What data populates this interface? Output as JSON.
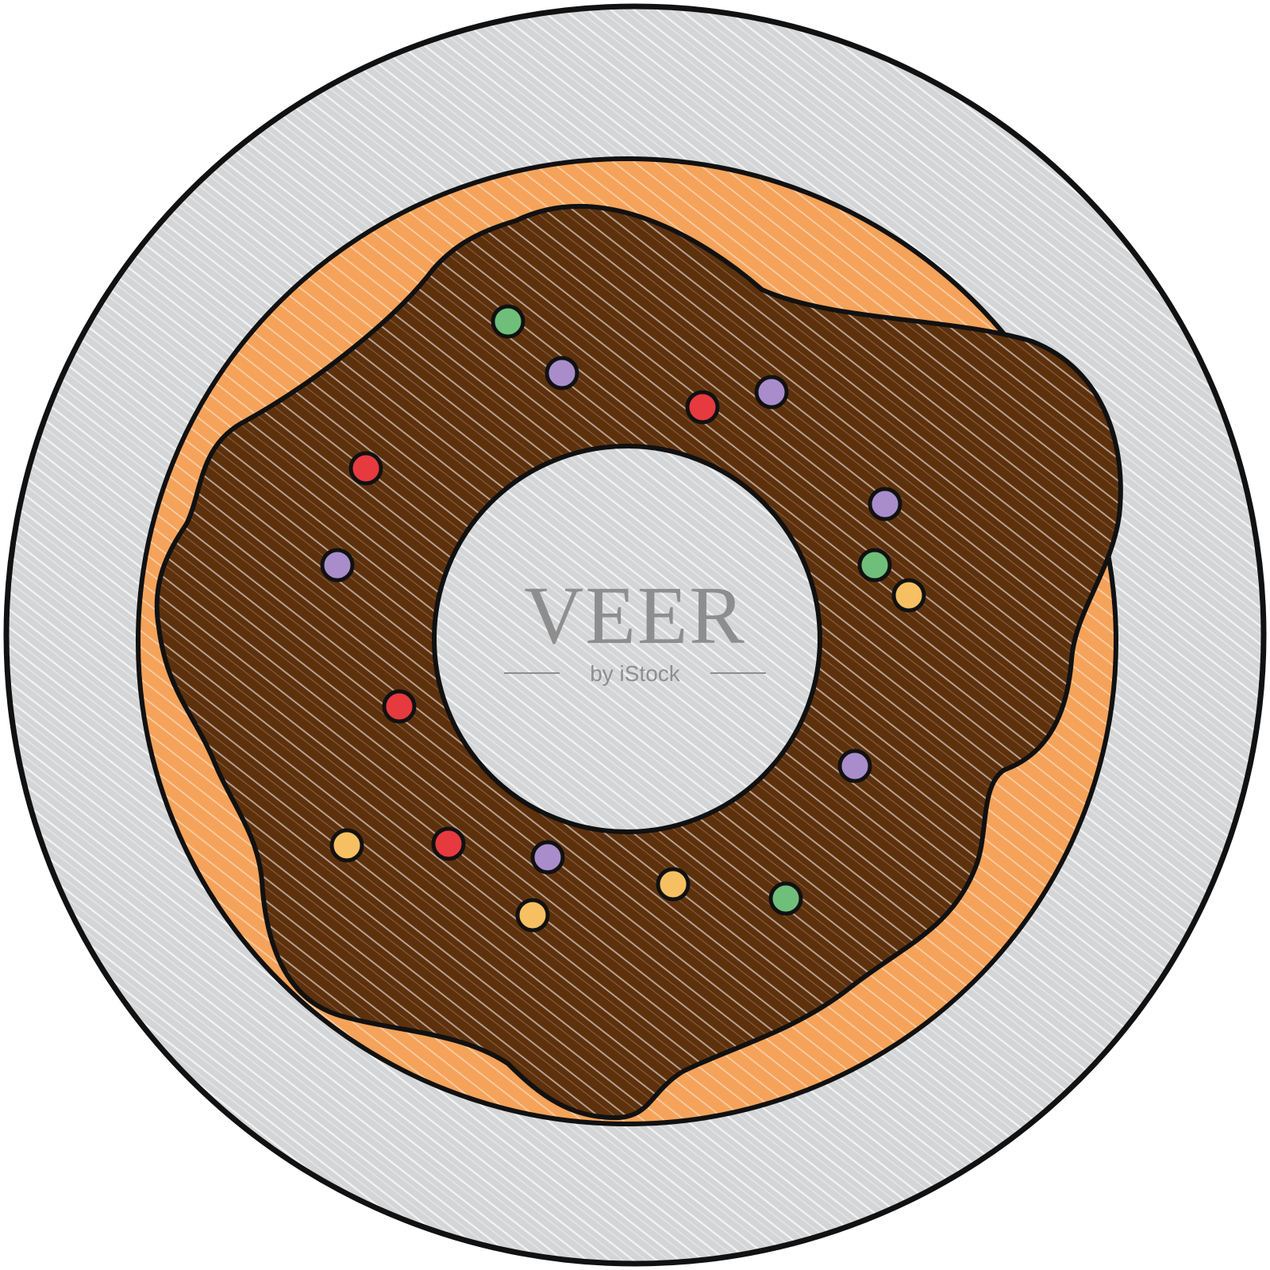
{
  "illustration": {
    "subject": "donut-on-plate",
    "colors": {
      "plate": "#d4d5d7",
      "donut_dough": "#f5a35a",
      "chocolate_glaze": "#5e310d",
      "outline": "#111111",
      "hatch_light": "#ffffff"
    },
    "sprinkle_colors": {
      "red": "#e63a3f",
      "purple": "#a98dcb",
      "green": "#6fbf7b",
      "yellow": "#f6c062"
    }
  },
  "watermark": {
    "title": "VEER",
    "subtitle": "by iStock"
  }
}
